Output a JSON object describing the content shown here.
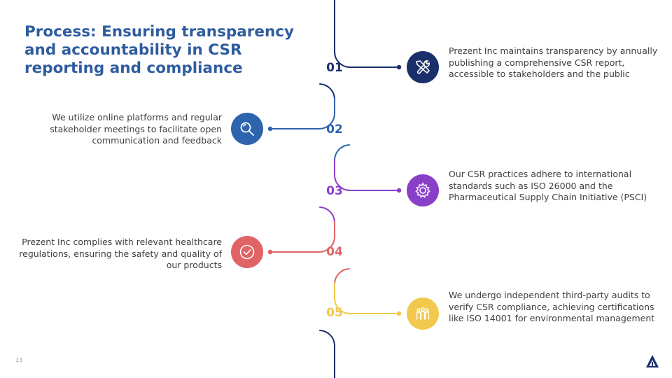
{
  "title_lines": [
    "Process: Ensuring transparency",
    "and accountability in CSR",
    "reporting and compliance"
  ],
  "page_number": "13",
  "colors": {
    "title": "#2E5C9E",
    "step1": "#1B2F6B",
    "step2": "#2E63AE",
    "step3": "#8A3FC8",
    "step4": "#E06464",
    "step5": "#F2C94C"
  },
  "steps": [
    {
      "number": "01",
      "icon": "tools-icon",
      "side": "right",
      "text": "Prezent Inc maintains transparency by annually publishing a comprehensive CSR report, accessible to stakeholders and the public"
    },
    {
      "number": "02",
      "icon": "search-icon",
      "side": "left",
      "text": "We utilize online platforms and regular stakeholder meetings to facilitate open communication and feedback"
    },
    {
      "number": "03",
      "icon": "gear-icon",
      "side": "right",
      "text": "Our CSR practices adhere to international standards such as ISO 26000 and the Pharmaceutical Supply Chain Initiative (PSCI)"
    },
    {
      "number": "04",
      "icon": "checkmark-icon",
      "side": "left",
      "text": "Prezent Inc complies with relevant healthcare regulations, ensuring the safety and quality of our products"
    },
    {
      "number": "05",
      "icon": "team-icon",
      "side": "right",
      "text": "We undergo independent third-party audits to verify CSR compliance, achieving certifications like ISO 14001 for environmental management"
    }
  ]
}
